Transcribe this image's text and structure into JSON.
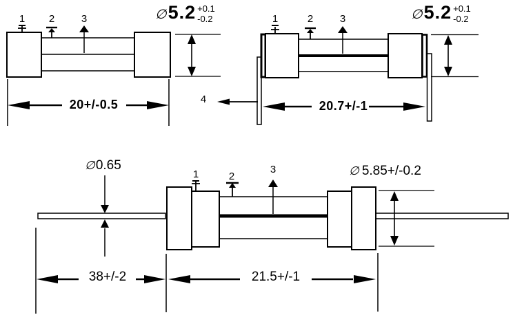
{
  "views": {
    "top_left": {
      "labels": {
        "l1": "1",
        "l2": "2",
        "l3": "3"
      },
      "length": "20+/-0.5",
      "diameter": {
        "symbol": "∅",
        "value": "5.2",
        "tol_plus": "+0.1",
        "tol_minus": "-0.2"
      }
    },
    "top_right": {
      "labels": {
        "l1": "1",
        "l2": "2",
        "l3": "3",
        "l4": "4"
      },
      "length": "20.7+/-1",
      "diameter": {
        "symbol": "∅",
        "value": "5.2",
        "tol_plus": "+0.1",
        "tol_minus": "-0.2"
      }
    },
    "bottom": {
      "labels": {
        "l1": "1",
        "l2": "2",
        "l3": "3"
      },
      "lead_diameter": {
        "symbol": "∅",
        "value": "0.65"
      },
      "body_diameter": {
        "symbol": "∅",
        "value": "5.85+/-0.2"
      },
      "lead_span_length": "38+/-2",
      "body_length": "21.5+/-1"
    }
  },
  "colors": {
    "ink": "#000000",
    "paper": "#ffffff"
  }
}
